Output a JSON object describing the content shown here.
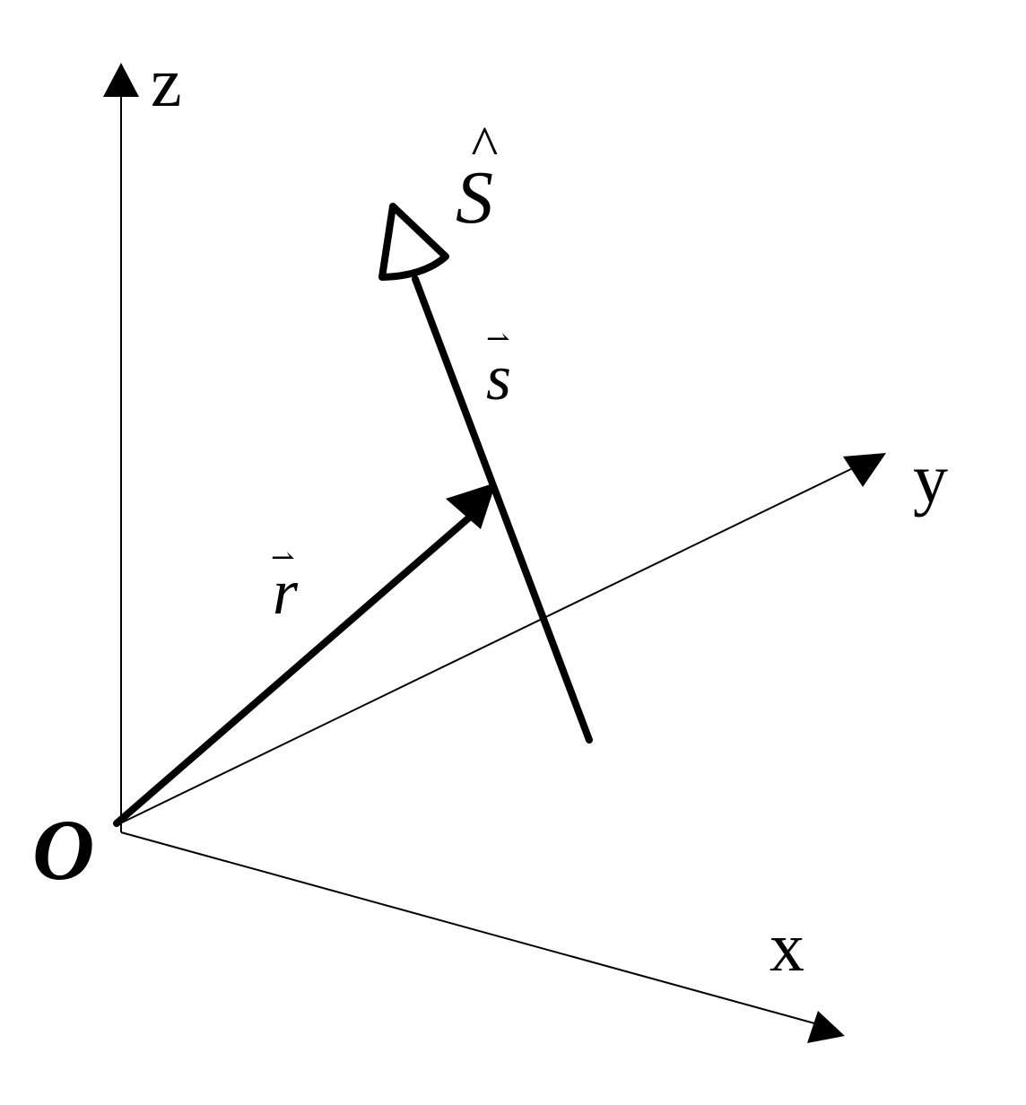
{
  "diagram": {
    "axes": {
      "z": "z",
      "y": "y",
      "x": "x"
    },
    "origin": "O",
    "vectors": {
      "r": "r",
      "s": "s"
    },
    "sensor": "S",
    "sensor_hat": "^",
    "vector_arrow_glyph": "⇀"
  }
}
